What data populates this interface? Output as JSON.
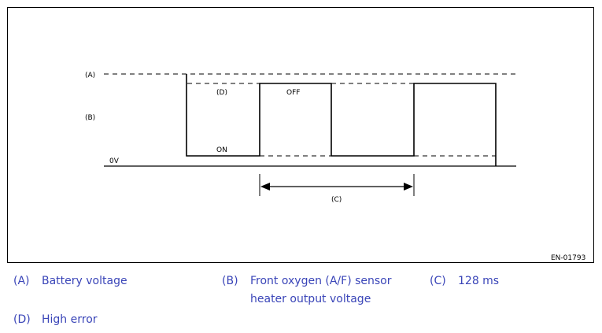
{
  "diagram": {
    "label_a": "(A)",
    "label_b": "(B)",
    "label_c": "(C)",
    "label_d": "(D)",
    "label_0v": "0V",
    "label_on": "ON",
    "label_off": "OFF",
    "figure_id": "EN-01793"
  },
  "legend": {
    "a_key": "(A)",
    "a_text": "Battery voltage",
    "b_key": "(B)",
    "b_text_1": "Front oxygen (A/F) sensor",
    "b_text_2": "heater output voltage",
    "c_key": "(C)",
    "c_text": "128 ms",
    "d_key": "(D)",
    "d_text": "High error"
  },
  "colors": {
    "legend_text": "#3a45b8",
    "line": "#000000"
  }
}
